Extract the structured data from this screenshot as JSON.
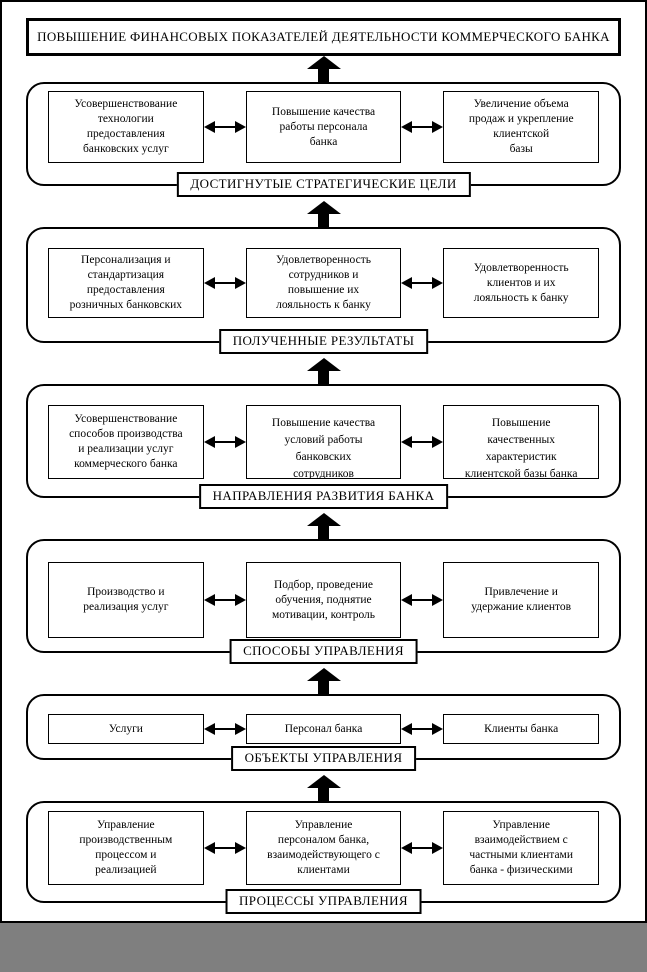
{
  "title": "ПОВЫШЕНИЕ ФИНАНСОВЫХ ПОКАЗАТЕЛЕЙ ДЕЯТЕЛЬНОСТИ КОММЕРЧЕСКОГО БАНКА",
  "colors": {
    "ink": "#000000",
    "paper": "#ffffff",
    "footer_bar": "#7f7f7f"
  },
  "icons": {
    "up_arrow": "up-arrow",
    "double_arrow": "left-right-arrow"
  },
  "tiers": [
    {
      "id": "strategic-goals",
      "label": "ДОСТИГНУТЫЕ СТРАТЕГИЧЕСКИЕ ЦЕЛИ",
      "boxes": [
        "Усовершенствование\nтехнологии\nпредоставления\nбанковских услуг",
        "Повышение качества\nработы персонала\nбанка",
        "Увеличение объема\nпродаж и укрепление\nклиентской\nбазы"
      ]
    },
    {
      "id": "results",
      "label": "ПОЛУЧЕННЫЕ РЕЗУЛЬТАТЫ",
      "boxes": [
        "Персонализация и\nстандартизация\nпредоставления\nрозничных банковских",
        "Удовлетворенность\nсотрудников и\nповышение их\nлояльность к банку",
        "Удовлетворенность\nклиентов и их\nлояльность к банку"
      ]
    },
    {
      "id": "development-directions",
      "label": "НАПРАВЛЕНИЯ РАЗВИТИЯ БАНКА",
      "boxes": [
        "Усовершенствование\nспособов производства\nи реализации услуг\nкоммерческого банка",
        "Повышение качества\nусловий работы\nбанковских\nсотрудников",
        "Повышение\nкачественных\nхарактеристик\nклиентской базы банка"
      ]
    },
    {
      "id": "management-methods",
      "label": "СПОСОБЫ УПРАВЛЕНИЯ",
      "boxes": [
        "Производство и\nреализация услуг",
        "Подбор, проведение\nобучения, поднятие\nмотивации, контроль",
        "Привлечение и\nудержание клиентов"
      ]
    },
    {
      "id": "management-objects",
      "label": "ОБЪЕКТЫ УПРАВЛЕНИЯ",
      "boxes": [
        "Услуги",
        "Персонал банка",
        "Клиенты банка"
      ]
    },
    {
      "id": "management-processes",
      "label": "ПРОЦЕССЫ УПРАВЛЕНИЯ",
      "boxes": [
        "Управление\nпроизводственным\nпроцессом и\nреализацией",
        "Управление\nперсоналом банка,\nвзаимодействующего с\nклиентами",
        "Управление\nвзаимодействием с\nчастными клиентами\nбанка - физическими"
      ]
    }
  ]
}
